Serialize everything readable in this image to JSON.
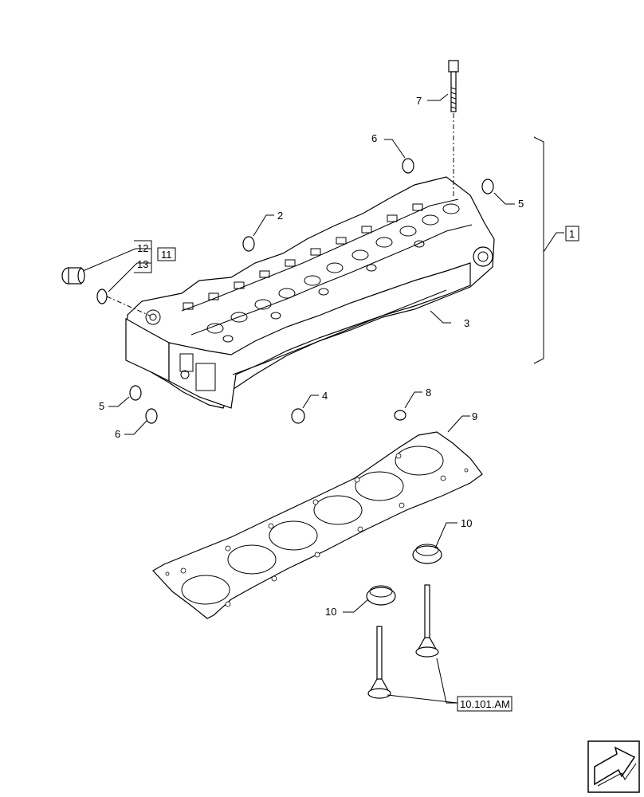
{
  "callouts": {
    "c1": "1",
    "c2": "2",
    "c3": "3",
    "c4": "4",
    "c5a": "5",
    "c5b": "5",
    "c6a": "6",
    "c6b": "6",
    "c7": "7",
    "c8": "8",
    "c9": "9",
    "c10a": "10",
    "c10b": "10",
    "c11": "11",
    "c12": "12",
    "c13": "13",
    "ref": "10.101.AM"
  },
  "icons": {
    "nav": "next-page-arrow-icon"
  }
}
